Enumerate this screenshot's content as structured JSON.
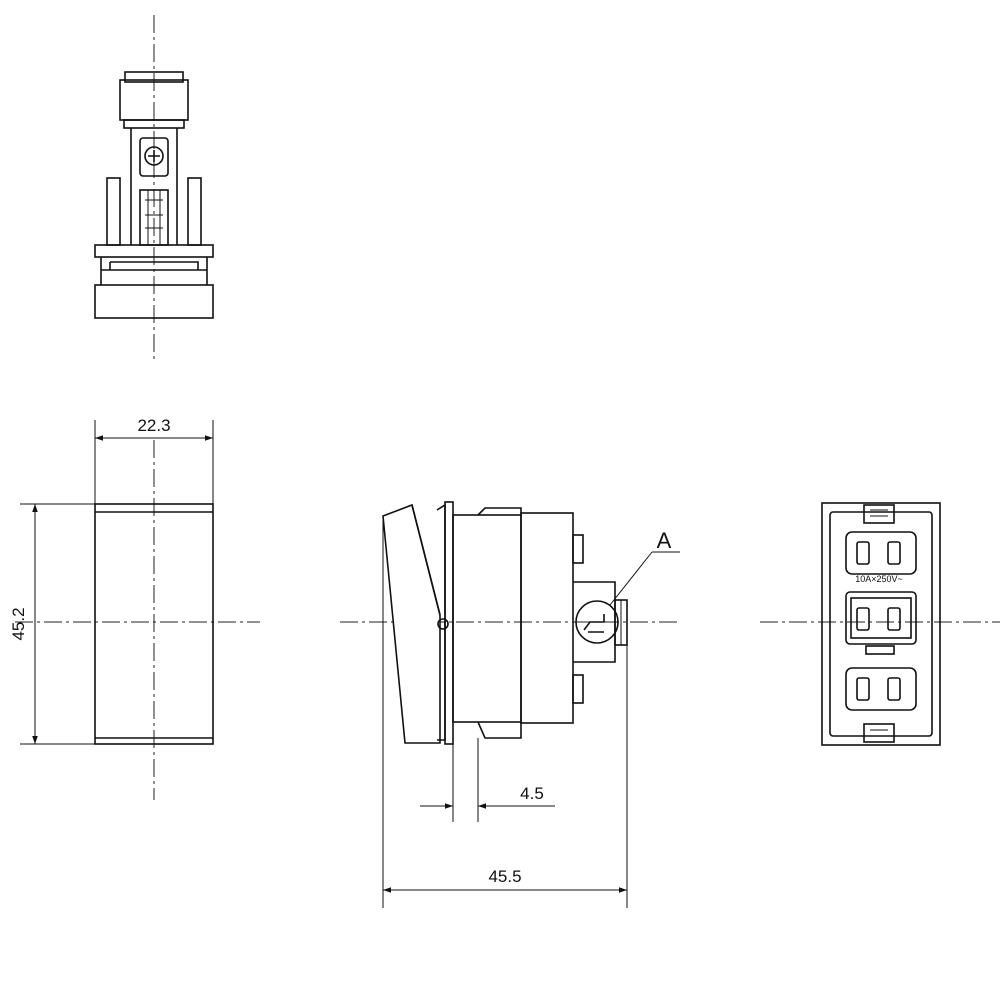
{
  "dimensions": {
    "width_label": "22.3",
    "height_label": "45.2",
    "offset_label": "4.5",
    "depth_label": "45.5"
  },
  "callout": {
    "detail_label": "A"
  },
  "rating": {
    "text": "10A×250V~"
  }
}
